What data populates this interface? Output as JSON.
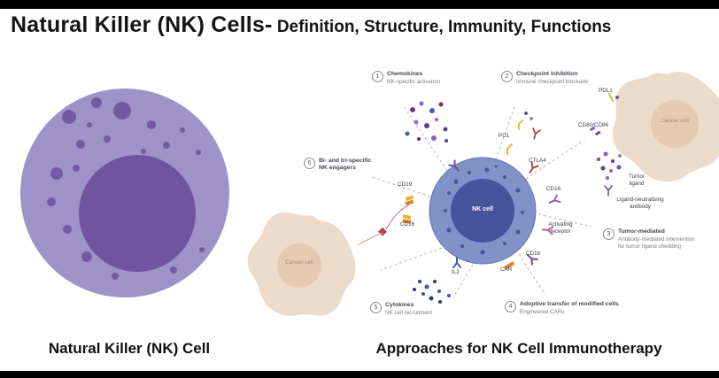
{
  "title": {
    "main": "Natural Killer (NK) Cells-",
    "sub": " Definition, Structure, Immunity, Functions"
  },
  "left_panel": {
    "caption": "Natural Killer (NK) Cell"
  },
  "right_panel": {
    "caption": "Approaches for NK Cell Immunotherapy",
    "nk_cell_label": "NK cell",
    "cancer_cell_top_label": "Cancer cell",
    "cancer_cell_bottom_label": "Cancer cell",
    "approaches": [
      {
        "num": "1",
        "title": "Chemokines",
        "desc": "NK-specific activation"
      },
      {
        "num": "2",
        "title": "Checkpoint inhibition",
        "desc": "immune checkpoint blockade"
      },
      {
        "num": "3",
        "title": "Tumor-mediated",
        "desc": "Antibody-mediated intervention for tumor ligand shedding"
      },
      {
        "num": "4",
        "title": "Adoptive transfer of modified cells",
        "desc": "Engineered CARs"
      },
      {
        "num": "5",
        "title": "Cytokines",
        "desc": "NK cell recruitment"
      },
      {
        "num": "6",
        "title": "Bi- and tri-specific NK engagers",
        "desc": ""
      }
    ],
    "labels": {
      "pd1": "PD1",
      "ctla4": "CTLA4",
      "cd16_right": "CD16",
      "activating_receptor": "Activating receptor",
      "cd16_bottom": "CD16",
      "car": "CAR",
      "il2": "IL2",
      "cd16_left": "CD16",
      "cd19": "CD19",
      "pdl1": "PDL1",
      "cd80_cd86": "CD80/CD86",
      "tumor_ligand": "Tumor ligand",
      "ligand_neutralising_antibody": "Ligand-neutralising antibody"
    },
    "colors": {
      "nk_cell_body": "#8092c7",
      "nk_cell_nucleus": "#46549d",
      "cancer_cell_body": "#ecdbc8",
      "cancer_cell_inner": "#e5c9b2",
      "big_cell_body": "#9d93c8",
      "big_cell_nucleus": "#70549f"
    }
  }
}
